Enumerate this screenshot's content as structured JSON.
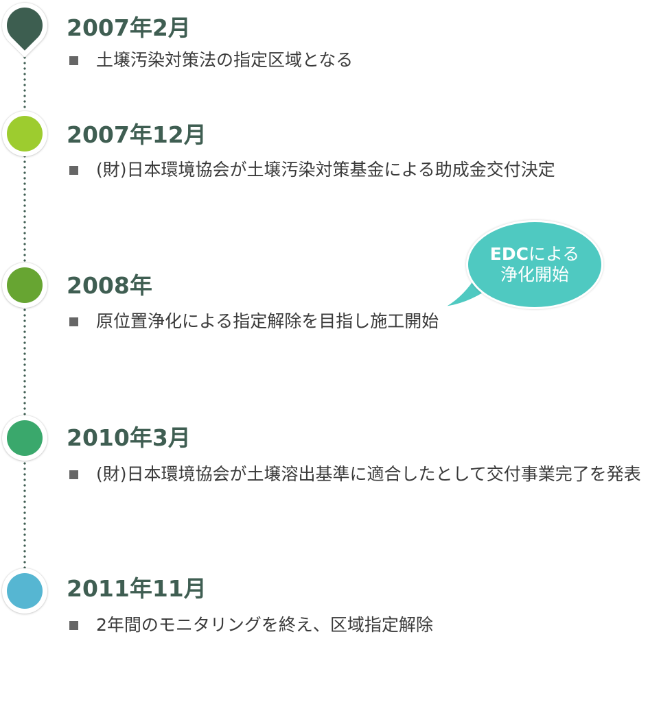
{
  "timeline": [
    {
      "date": "2007年2月",
      "description": "土壌汚染対策法の指定区域となる",
      "color": "#3d5e50",
      "marker": "pin"
    },
    {
      "date": "2007年12月",
      "description": "(財)日本環境協会が土壌汚染対策基金による助成金交付決定",
      "color": "#9dcc2f",
      "marker": "circle"
    },
    {
      "date": "2008年",
      "description": "原位置浄化による指定解除を目指し施工開始",
      "color": "#67a532",
      "marker": "circle"
    },
    {
      "date": "2010年3月",
      "description": "(財)日本環境協会が土壌溶出基準に適合したとして交付事業完了を発表",
      "color": "#3aa86c",
      "marker": "circle"
    },
    {
      "date": "2011年11月",
      "description": "2年間のモニタリングを終え、区域指定解除",
      "color": "#56b6d2",
      "marker": "circle"
    }
  ],
  "callout": {
    "line1_strong": "EDC",
    "line1_rest": "による",
    "line2": "浄化開始",
    "color": "#4fc9c1"
  }
}
